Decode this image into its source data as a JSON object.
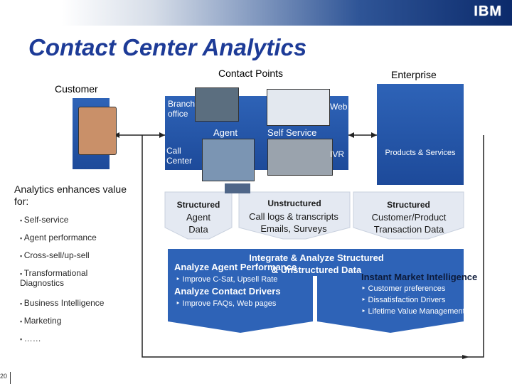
{
  "header": {
    "logo_text": "IBM"
  },
  "slide": {
    "title": "Contact Center Analytics",
    "page_number": "20"
  },
  "top_labels": {
    "customer": "Customer",
    "contact_points": "Contact Points",
    "enterprise": "Enterprise"
  },
  "contact_points": {
    "branch_office": "Branch office",
    "web": "Web",
    "agent": "Agent",
    "self_service": "Self Service",
    "call_center": "Call Center",
    "ivr": "IVR"
  },
  "enterprise": {
    "products_services": "Products & Services"
  },
  "analytics": {
    "intro": "Analytics enhances value for:",
    "items": [
      "Self-service",
      "Agent performance",
      "Cross-sell/up-sell",
      "Transformational Diagnostics",
      "Business Intelligence",
      "Marketing",
      "……"
    ]
  },
  "data_types": {
    "structured_left": {
      "header": "Structured",
      "body": "Agent Data"
    },
    "unstructured": {
      "header": "Unstructured",
      "body": "Call logs & transcripts Emails, Surveys"
    },
    "structured_right": {
      "header": "Structured",
      "body": "Customer/Product Transaction Data"
    }
  },
  "integrate": {
    "line1": "Integrate & Analyze Structured",
    "line2": "& Unstructured Data"
  },
  "results": {
    "agent_perf": {
      "title": "Analyze Agent Performance",
      "items": [
        "Improve C-Sat, Upsell Rate"
      ]
    },
    "contact_drivers": {
      "title": "Analyze Contact Drivers",
      "items": [
        "Improve FAQs, Web pages"
      ]
    },
    "market": {
      "title": "Instant Market Intelligence",
      "items": [
        "Customer preferences",
        "Dissatisfaction Drivers",
        "Lifetime Value Management"
      ]
    }
  },
  "colors": {
    "title": "#1d3b97",
    "panel": "#2e63b7",
    "light_panel": "#e4e9f2"
  }
}
